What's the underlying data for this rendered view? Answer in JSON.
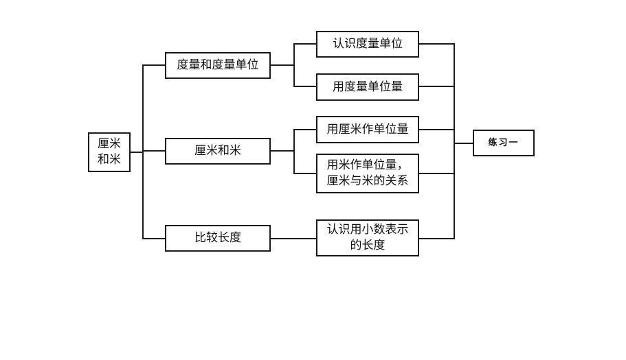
{
  "root": {
    "lines": [
      "厘米",
      "和米"
    ]
  },
  "branches": [
    {
      "label": "度量和度量单位",
      "children": [
        [
          "认识度量单位"
        ],
        [
          "用度量单位量"
        ]
      ]
    },
    {
      "label": "厘米和米",
      "children": [
        [
          "用厘米作单位量"
        ],
        [
          "用米作单位量，",
          "厘米与米的关系"
        ]
      ]
    },
    {
      "label": "比较长度",
      "children": [
        [
          "认识用小数表示",
          "的长度"
        ]
      ]
    }
  ],
  "terminal": {
    "label": "练习一"
  }
}
